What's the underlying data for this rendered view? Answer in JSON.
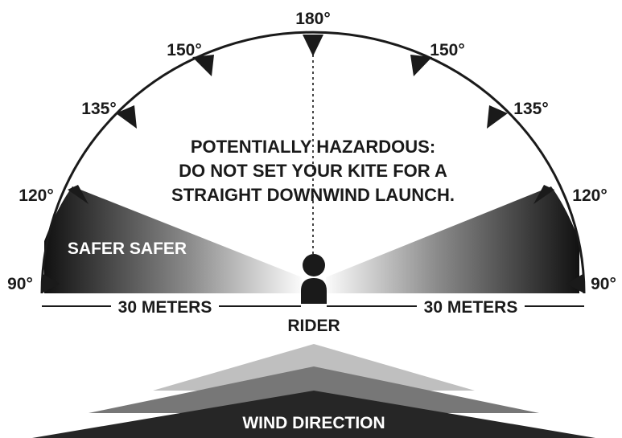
{
  "angles": {
    "top": "180°",
    "upper_left": "150°",
    "upper_right": "150°",
    "mid_left": "135°",
    "mid_right": "135°",
    "lower_left": "120°",
    "lower_right": "120°",
    "base_left": "90°",
    "base_right": "90°"
  },
  "warning": {
    "line1": "POTENTIALLY HAZARDOUS:",
    "line2": "DO NOT SET YOUR KITE FOR A",
    "line3": "STRAIGHT DOWNWIND LAUNCH."
  },
  "safer_label": "SAFER  SAFER",
  "distance": {
    "left": "30 METERS",
    "right": "30 METERS"
  },
  "rider_label": "RIDER",
  "wind_label": "WIND DIRECTION"
}
